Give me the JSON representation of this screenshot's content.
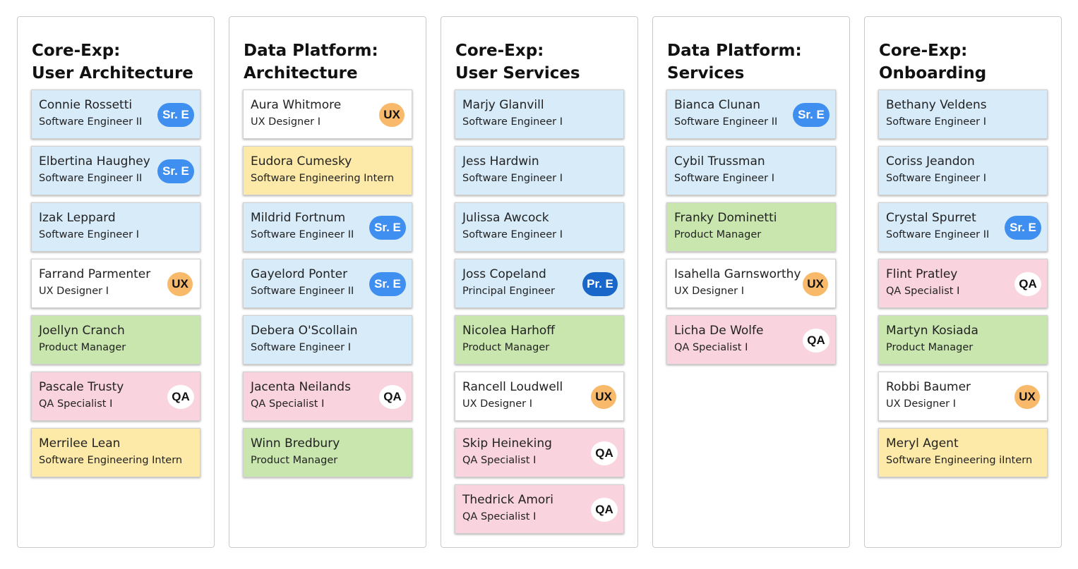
{
  "teams": [
    {
      "title": "Core-Exp:\nUser Architecture",
      "members": [
        {
          "name": "Connie Rossetti",
          "role": "Software Engineer II",
          "type": "eng",
          "badge": "Sr. E",
          "badge_type": "sre"
        },
        {
          "name": "Elbertina Haughey",
          "role": "Software Engineer II",
          "type": "eng",
          "badge": "Sr. E",
          "badge_type": "sre"
        },
        {
          "name": "Izak Leppard",
          "role": "Software Engineer I",
          "type": "eng",
          "badge": "",
          "badge_type": ""
        },
        {
          "name": "Farrand Parmenter",
          "role": "UX Designer I",
          "type": "ux",
          "badge": "UX",
          "badge_type": "ux"
        },
        {
          "name": "Joellyn Cranch",
          "role": "Product Manager",
          "type": "pm",
          "badge": "",
          "badge_type": ""
        },
        {
          "name": "Pascale Trusty",
          "role": "QA Specialist I",
          "type": "qa",
          "badge": "QA",
          "badge_type": "qa"
        },
        {
          "name": "Merrilee Lean",
          "role": "Software Engineering Intern",
          "type": "intern",
          "badge": "",
          "badge_type": ""
        }
      ]
    },
    {
      "title": "Data Platform:\nArchitecture",
      "members": [
        {
          "name": "Aura Whitmore",
          "role": "UX Designer I",
          "type": "ux",
          "badge": "UX",
          "badge_type": "ux"
        },
        {
          "name": "Eudora Cumesky",
          "role": "Software Engineering Intern",
          "type": "intern",
          "badge": "",
          "badge_type": ""
        },
        {
          "name": "Mildrid Fortnum",
          "role": "Software Engineer II",
          "type": "eng",
          "badge": "Sr. E",
          "badge_type": "sre"
        },
        {
          "name": "Gayelord Ponter",
          "role": "Software Engineer II",
          "type": "eng",
          "badge": "Sr. E",
          "badge_type": "sre"
        },
        {
          "name": "Debera O'Scollain",
          "role": "Software Engineer I",
          "type": "eng",
          "badge": "",
          "badge_type": ""
        },
        {
          "name": "Jacenta Neilands",
          "role": "QA Specialist I",
          "type": "qa",
          "badge": "QA",
          "badge_type": "qa"
        },
        {
          "name": "Winn Bredbury",
          "role": "Product Manager",
          "type": "pm",
          "badge": "",
          "badge_type": ""
        }
      ]
    },
    {
      "title": "Core-Exp:\nUser Services",
      "members": [
        {
          "name": "Marjy Glanvill",
          "role": "Software Engineer I",
          "type": "eng",
          "badge": "",
          "badge_type": ""
        },
        {
          "name": "Jess Hardwin",
          "role": "Software Engineer I",
          "type": "eng",
          "badge": "",
          "badge_type": ""
        },
        {
          "name": "Julissa Awcock",
          "role": "Software Engineer I",
          "type": "eng",
          "badge": "",
          "badge_type": ""
        },
        {
          "name": "Joss Copeland",
          "role": "Principal Engineer",
          "type": "eng",
          "badge": "Pr. E",
          "badge_type": "pre"
        },
        {
          "name": "Nicolea Harhoff",
          "role": "Product Manager",
          "type": "pm",
          "badge": "",
          "badge_type": ""
        },
        {
          "name": "Rancell Loudwell",
          "role": "UX Designer I",
          "type": "ux",
          "badge": "UX",
          "badge_type": "ux"
        },
        {
          "name": "Skip Heineking",
          "role": "QA Specialist I",
          "type": "qa",
          "badge": "QA",
          "badge_type": "qa"
        },
        {
          "name": "Thedrick Amori",
          "role": "QA Specialist I",
          "type": "qa",
          "badge": "QA",
          "badge_type": "qa"
        }
      ]
    },
    {
      "title": "Data Platform:\nServices",
      "members": [
        {
          "name": "Bianca Clunan",
          "role": "Software Engineer II",
          "type": "eng",
          "badge": "Sr. E",
          "badge_type": "sre"
        },
        {
          "name": "Cybil Trussman",
          "role": "Software Engineer I",
          "type": "eng",
          "badge": "",
          "badge_type": ""
        },
        {
          "name": "Franky Dominetti",
          "role": "Product Manager",
          "type": "pm",
          "badge": "",
          "badge_type": ""
        },
        {
          "name": "Isahella Garnsworthy",
          "role": "UX Designer I",
          "type": "ux",
          "badge": "UX",
          "badge_type": "ux"
        },
        {
          "name": "Licha De Wolfe",
          "role": "QA Specialist I",
          "type": "qa",
          "badge": "QA",
          "badge_type": "qa"
        }
      ]
    },
    {
      "title": "Core-Exp:\nOnboarding",
      "members": [
        {
          "name": "Bethany Veldens",
          "role": "Software Engineer I",
          "type": "eng",
          "badge": "",
          "badge_type": ""
        },
        {
          "name": "Coriss Jeandon",
          "role": "Software Engineer I",
          "type": "eng",
          "badge": "",
          "badge_type": ""
        },
        {
          "name": "Crystal Spurret",
          "role": "Software Engineer II",
          "type": "eng",
          "badge": "Sr. E",
          "badge_type": "sre"
        },
        {
          "name": "Flint Pratley",
          "role": "QA Specialist I",
          "type": "qa",
          "badge": "QA",
          "badge_type": "qa"
        },
        {
          "name": "Martyn Kosiada",
          "role": "Product Manager",
          "type": "pm",
          "badge": "",
          "badge_type": ""
        },
        {
          "name": "Robbi Baumer",
          "role": "UX Designer I",
          "type": "ux",
          "badge": "UX",
          "badge_type": "ux"
        },
        {
          "name": "Meryl Agent",
          "role": "Software Engineering iIntern",
          "type": "intern",
          "badge": "",
          "badge_type": ""
        }
      ]
    }
  ]
}
